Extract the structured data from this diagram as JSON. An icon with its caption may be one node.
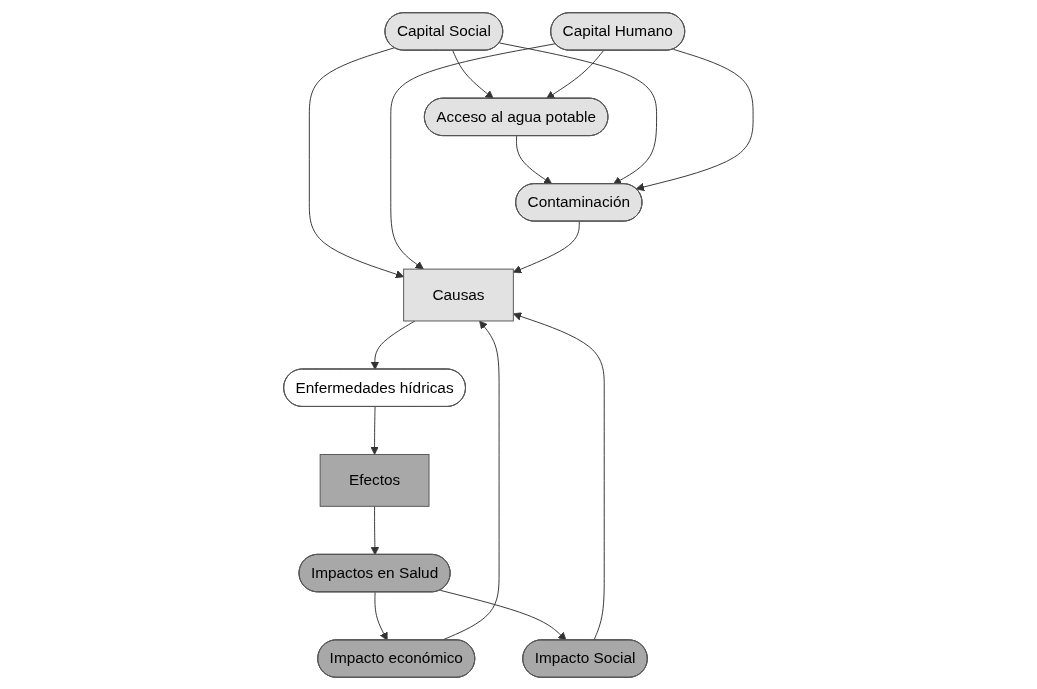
{
  "diagram": {
    "nodes": [
      {
        "text": [
          "Capital Social"
        ]
      },
      {
        "text": [
          "Acceso al agua potable"
        ]
      },
      {
        "text": [
          "Capital Humano"
        ]
      },
      {
        "text": [
          "Contaminación"
        ]
      },
      {
        "text": [
          "Causas"
        ]
      },
      {
        "text": [
          "Enfermedades hídricas"
        ]
      },
      {
        "text": [
          "Efectos"
        ]
      },
      {
        "text": [
          "Impactos en Salud"
        ]
      },
      {
        "text": [
          "Impacto económico"
        ]
      },
      {
        "text": [
          "Impacto Social"
        ]
      }
    ],
    "edges": [
      {
        "from": 0,
        "to": 1,
        "arrow": "to"
      },
      {
        "from": 2,
        "to": 1,
        "arrow": "to"
      },
      {
        "from": 1,
        "to": 3,
        "arrow": "to"
      },
      {
        "from": 0,
        "to": 3,
        "arrow": "to"
      },
      {
        "from": 0,
        "to": 4,
        "arrow": "to"
      },
      {
        "from": 2,
        "to": 3,
        "arrow": "to"
      },
      {
        "from": 2,
        "to": 4,
        "arrow": "to"
      },
      {
        "from": 3,
        "to": 4,
        "arrow": "to"
      },
      {
        "from": 4,
        "to": 5,
        "arrow": "to"
      },
      {
        "from": 5,
        "to": 6,
        "arrow": "to"
      },
      {
        "from": 6,
        "to": 7,
        "arrow": "to"
      },
      {
        "from": 7,
        "to": 8,
        "arrow": "to"
      },
      {
        "from": 7,
        "to": 9,
        "arrow": "to"
      },
      {
        "from": 8,
        "to": 4,
        "arrow": "to"
      },
      {
        "from": 9,
        "to": 4,
        "arrow": "to"
      }
    ]
  }
}
